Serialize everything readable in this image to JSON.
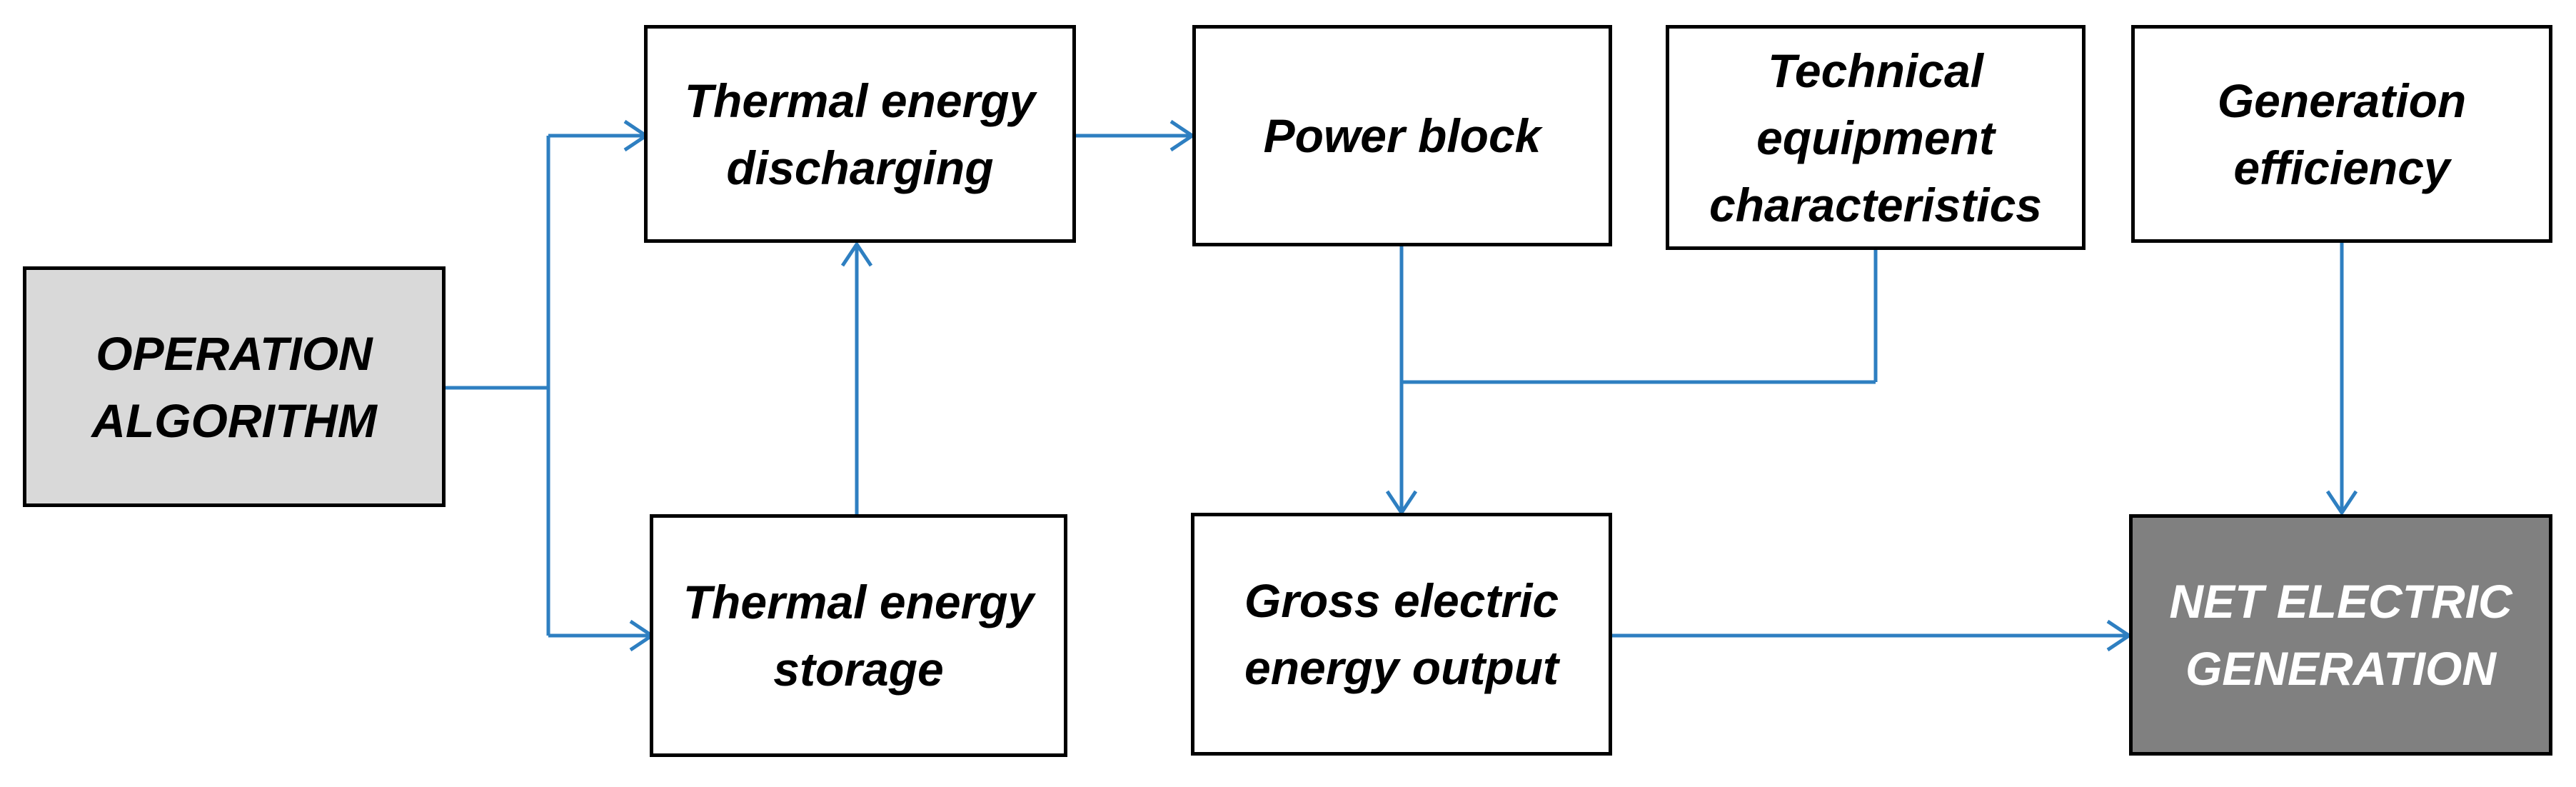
{
  "diagram": {
    "nodes": {
      "operation_algorithm": "OPERATION\nALGORITHM",
      "thermal_energy_discharging": "Thermal energy\ndischarging",
      "thermal_energy_storage": "Thermal energy\nstorage",
      "power_block": "Power block",
      "technical_equipment_characteristics": "Technical\nequipment\ncharacteristics",
      "generation_efficiency": "Generation\nefficiency",
      "gross_electric_energy_output": "Gross electric\nenergy output",
      "net_electric_generation": "NET ELECTRIC\nGENERATION"
    },
    "colors": {
      "connector": "#2e7fc1",
      "box_border": "#000000",
      "input_fill": "#d9d9d9",
      "output_fill": "#808080"
    }
  }
}
